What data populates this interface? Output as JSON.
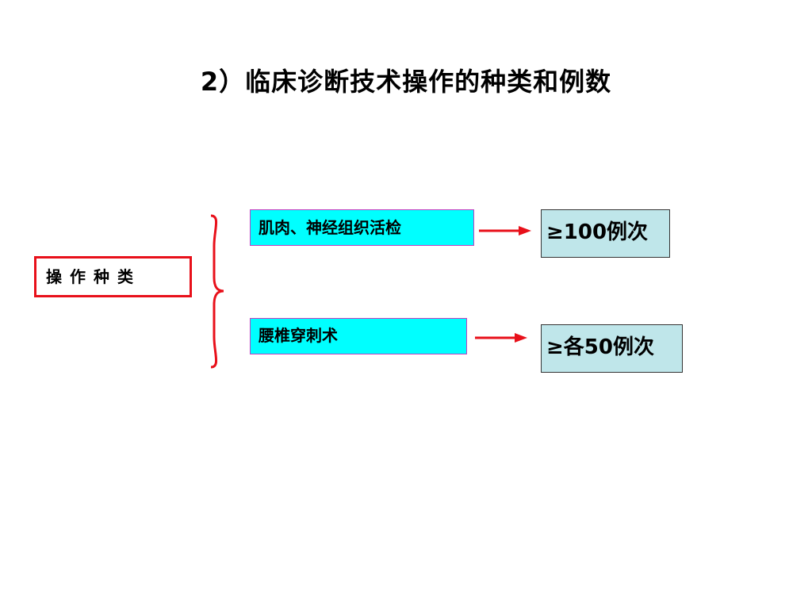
{
  "title": "2）临床诊断技术操作的种类和例数",
  "root": {
    "label": "操作种类"
  },
  "items": [
    {
      "label": "肌肉、神经组织活检",
      "result": "≥100例次"
    },
    {
      "label": "腰椎穿刺术",
      "result": "≥各50例次"
    }
  ],
  "colors": {
    "accent_red": "#e8101a",
    "item_fill": "#00ffff",
    "result_fill": "#bfe6ea"
  }
}
